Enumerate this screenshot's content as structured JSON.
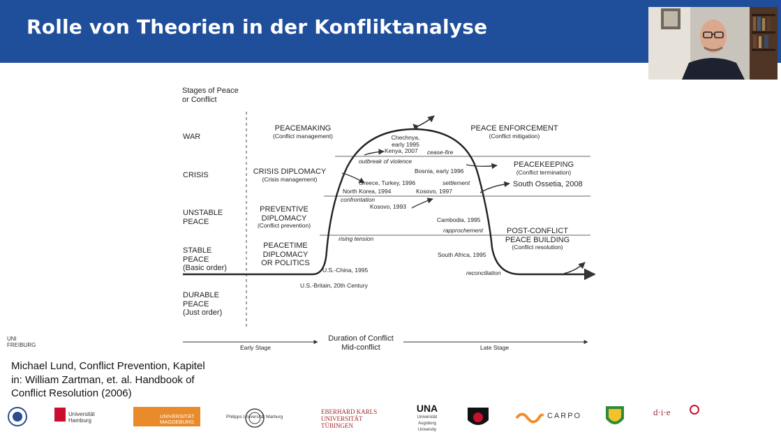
{
  "slide": {
    "title": "Rolle von Theorien in der Konfliktanalyse",
    "citation_lines": [
      "Michael Lund, Conflict Prevention, Kapitel",
      "in: William Zartman, et. al. Handbook of",
      "Conflict Resolution (2006)"
    ]
  },
  "diagram": {
    "y_axis_title": [
      "Stages of Peace",
      "or Conflict"
    ],
    "stages": [
      [
        "WAR"
      ],
      [
        "CRISIS"
      ],
      [
        "UNSTABLE",
        "PEACE"
      ],
      [
        "STABLE",
        "PEACE",
        "(Basic order)"
      ],
      [
        "DURABLE",
        "PEACE",
        "(Just order)"
      ]
    ],
    "approaches": {
      "peacemaking": [
        "PEACEMAKING",
        "(Conflict management)"
      ],
      "crisis_diplomacy": [
        "CRISIS DIPLOMACY",
        "(Crisis management)"
      ],
      "preventive_diplomacy": [
        "PREVENTIVE",
        "DIPLOMACY",
        "(Conflict prevention)"
      ],
      "peacetime_diplomacy": [
        "PEACETIME",
        "DIPLOMACY",
        "OR POLITICS"
      ],
      "peace_enforcement": [
        "PEACE ENFORCEMENT",
        "(Conflict mitigation)"
      ],
      "peacekeeping": [
        "PEACEKEEPING",
        "(Conflict termination)"
      ],
      "post_conflict": [
        "POST-CONFLICT",
        "PEACE BUILDING",
        "(Conflict resolution)"
      ]
    },
    "examples": {
      "chechnya": [
        "Chechnya,",
        "early 1995"
      ],
      "kenya": "Kenya, 2007",
      "bosnia": "Bosnia, early 1996",
      "greece": "Greece, Turkey, 1996",
      "north_korea": "North Korea, 1994",
      "kosovo_1997": "Kosovo, 1997",
      "south_ossetia": "South Ossetia, 2008",
      "kosovo_1993": "Kosovo, 1993",
      "cambodia": "Cambodia, 1995",
      "south_africa": "South Africa, 1995",
      "us_china": "U.S.-China, 1995",
      "us_britain": "U.S.-Britain, 20th Century"
    },
    "phases": {
      "cease_fire": "cease-fire",
      "outbreak": "outbreak of violence",
      "settlement": "settlement",
      "confrontation": "confrontation",
      "rapprochement": "rapprochement",
      "rising_tension": "rising tension",
      "reconciliation": "reconciliation"
    },
    "x_axis": {
      "title": [
        "Duration of Conflict",
        "Mid-conflict"
      ],
      "early": "Early Stage",
      "late": "Late Stage"
    }
  },
  "logos": [
    {
      "name": "uni-freiburg",
      "text": "UNI FREIBURG"
    },
    {
      "name": "uni-hamburg",
      "text": "Universität Hamburg"
    },
    {
      "name": "uni-magdeburg",
      "text": "UNIVERSITÄT MAGDEBURG"
    },
    {
      "name": "uni-marburg",
      "text": "Philipps Universität Marburg"
    },
    {
      "name": "uni-tuebingen",
      "text": "EBERHARD KARLS UNIVERSITÄT TÜBINGEN"
    },
    {
      "name": "uni-augsburg",
      "text": "Universität Augsburg University"
    },
    {
      "name": "carpo",
      "text": "CARPO"
    },
    {
      "name": "die",
      "text": "d·i·e"
    }
  ]
}
